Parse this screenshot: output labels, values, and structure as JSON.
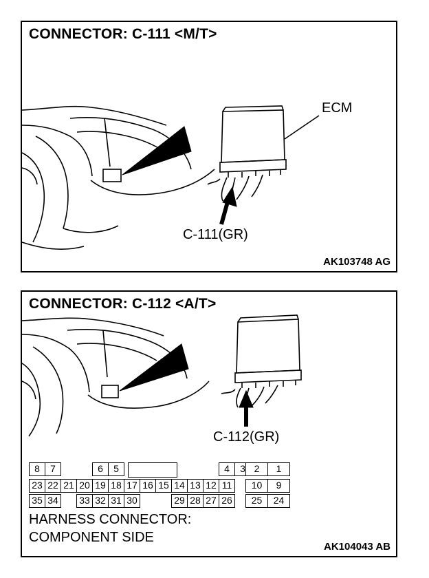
{
  "panel1": {
    "title": "CONNECTOR: C-111 <M/T>",
    "ecm_label": "ECM",
    "connector_label": "C-111(GR)",
    "code": "AK103748 AG"
  },
  "panel2": {
    "title": "CONNECTOR: C-112 <A/T>",
    "connector_label": "C-112(GR)",
    "code": "AK104043 AB",
    "caption_line1": "HARNESS CONNECTOR:",
    "caption_line2": "COMPONENT SIDE"
  },
  "pins": {
    "row1": [
      {
        "label": "8",
        "col": 0
      },
      {
        "label": "7",
        "col": 1
      },
      {
        "label": "6",
        "col": 4
      },
      {
        "label": "5",
        "col": 5
      },
      {
        "label": "4",
        "col": 12
      },
      {
        "label": "3",
        "col": 13
      }
    ],
    "row2": [
      "23",
      "22",
      "21",
      "20",
      "19",
      "18",
      "17",
      "16",
      "15",
      "14",
      "13",
      "12",
      "11"
    ],
    "row3": [
      {
        "label": "35",
        "col": 0
      },
      {
        "label": "34",
        "col": 1
      },
      {
        "label": "33",
        "col": 3
      },
      {
        "label": "32",
        "col": 4
      },
      {
        "label": "31",
        "col": 5
      },
      {
        "label": "30",
        "col": 6
      },
      {
        "label": "29",
        "col": 9
      },
      {
        "label": "28",
        "col": 10
      },
      {
        "label": "27",
        "col": 11
      },
      {
        "label": "26",
        "col": 12
      }
    ],
    "right_block": [
      [
        "2",
        "1"
      ],
      [
        "10",
        "9"
      ],
      [
        "25",
        "24"
      ]
    ]
  }
}
